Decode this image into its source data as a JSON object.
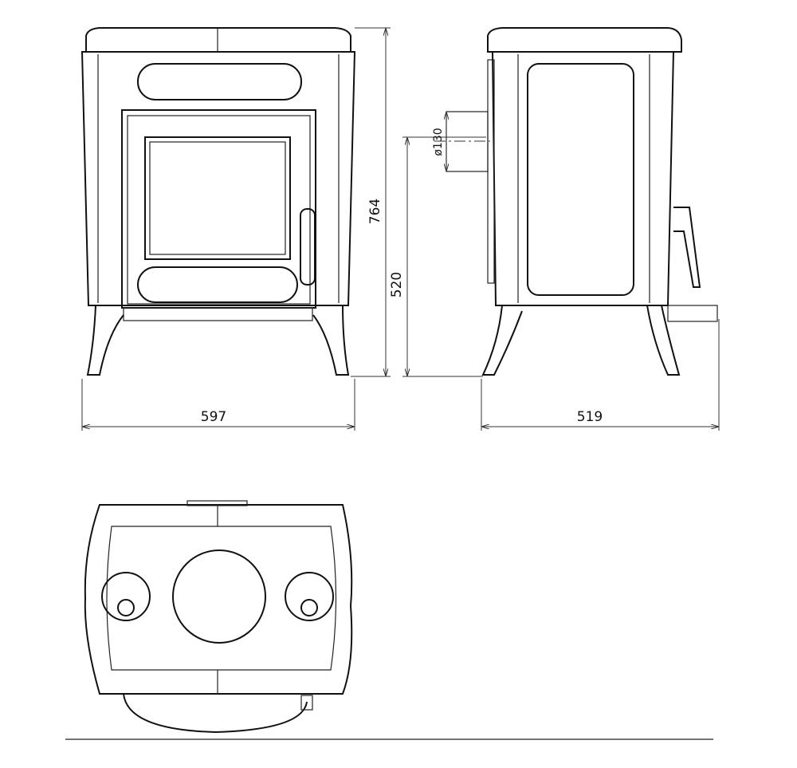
{
  "dimensions": {
    "height_total": "764",
    "flue_height": "520",
    "width": "597",
    "depth": "519",
    "flue_diameter": "ø130"
  },
  "views": [
    "front",
    "side",
    "top"
  ]
}
